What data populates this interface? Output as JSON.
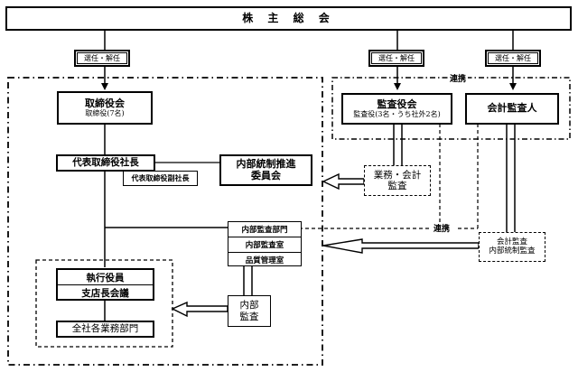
{
  "diagram": {
    "title": "株 主 総 会",
    "appoint_label": "選任・解任",
    "coop_label": "連携",
    "board": {
      "name": "取締役会",
      "sub": "取締役(7名)"
    },
    "auditors": {
      "name": "監査役会",
      "sub": "監査役(3名・うち社外2名)"
    },
    "accounting_auditor": {
      "name": "会計監査人"
    },
    "president": {
      "name": "代表取締役社長"
    },
    "vice_president": {
      "name": "代表取締役副社長"
    },
    "ic_committee": {
      "line1": "内部統制推進",
      "line2": "委員会"
    },
    "biz_audit": {
      "line1": "業務・会計",
      "line2": "監査"
    },
    "internal_audit_dept": {
      "name": "内部監査部門",
      "rows": [
        "内部監査室",
        "品質管理室"
      ]
    },
    "acct_audit": {
      "line1": "会計監査",
      "line2": "内部統制監査"
    },
    "officers": {
      "rows": [
        "執行役員",
        "支店長会議"
      ]
    },
    "all_depts": {
      "name": "全社各業務部門"
    },
    "internal_audit": {
      "line1": "内部",
      "line2": "監査"
    }
  }
}
